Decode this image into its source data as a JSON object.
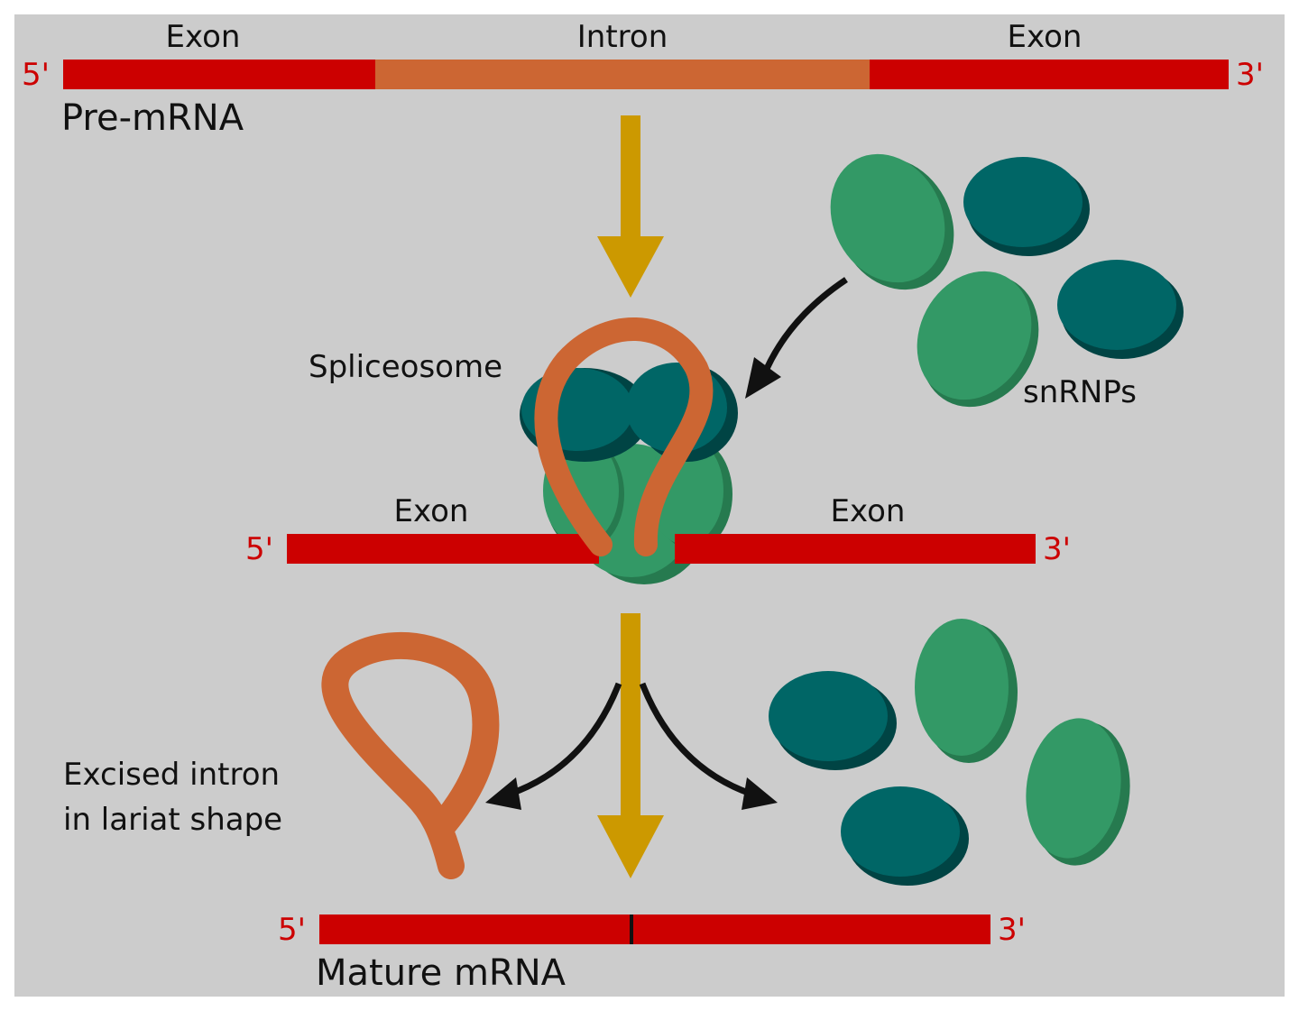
{
  "labels": {
    "exon": "Exon",
    "intron": "Intron",
    "five_prime": "5'",
    "three_prime": "3'",
    "pre_mrna": "Pre-mRNA",
    "spliceosome": "Spliceosome",
    "snrnps": "snRNPs",
    "excised_intron_line1": "Excised intron",
    "excised_intron_line2": "in lariat shape",
    "mature_mrna": "Mature mRNA"
  },
  "colors": {
    "background": "#cccccc",
    "exon_red": "#cc0000",
    "intron_orange": "#cc6633",
    "arrow_gold": "#cc9900",
    "snrnp_light_green": "#339966",
    "snrnp_light_green_shade": "#267a4f",
    "snrnp_dark_teal": "#006666",
    "snrnp_dark_teal_shade": "#004444",
    "text_black": "#111111",
    "text_red": "#cc0000"
  }
}
